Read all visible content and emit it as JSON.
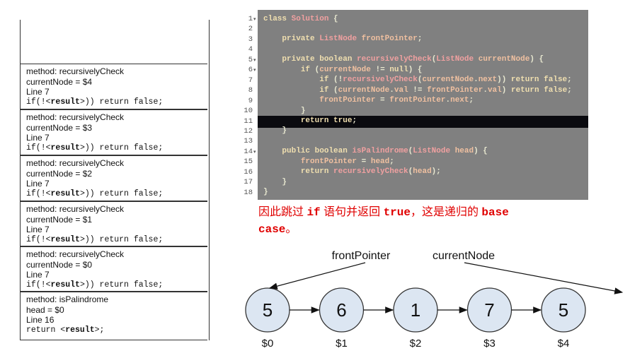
{
  "stack": [
    {
      "method": "method: recursivelyCheck",
      "var": "currentNode  = $4",
      "line": "Line 7",
      "code_pre": "if(!<",
      "code_res": "result",
      "code_post": ">)) return false;"
    },
    {
      "method": "method: recursivelyCheck",
      "var": "currentNode  = $3",
      "line": "Line 7",
      "code_pre": "if(!<",
      "code_res": "result",
      "code_post": ">)) return false;"
    },
    {
      "method": "method: recursivelyCheck",
      "var": "currentNode  = $2",
      "line": "Line 7",
      "code_pre": "if(!<",
      "code_res": "result",
      "code_post": ">)) return false;"
    },
    {
      "method": "method: recursivelyCheck",
      "var": "currentNode  = $1",
      "line": "Line 7",
      "code_pre": "if(!<",
      "code_res": "result",
      "code_post": ">)) return false;"
    },
    {
      "method": "method: recursivelyCheck",
      "var": "currentNode  = $0",
      "line": "Line 7",
      "code_pre": "if(!<",
      "code_res": "result",
      "code_post": ">)) return false;"
    },
    {
      "method": "method: isPalindrome",
      "var": "head = $0",
      "line": "Line 16",
      "code_pre": "return <",
      "code_res": "result",
      "code_post": ">;"
    }
  ],
  "code": {
    "line_numbers": [
      "1",
      "2",
      "3",
      "4",
      "5",
      "6",
      "7",
      "8",
      "9",
      "10",
      "11",
      "12",
      "13",
      "14",
      "15",
      "16",
      "17",
      "18"
    ],
    "fold_markers": {
      "1": "▾",
      "5": "▾",
      "6": "▾",
      "14": "▾"
    },
    "highlight_line": 11
  },
  "caption": {
    "t1": "因此跳过 ",
    "k1": "if",
    "t2": " 语句并返回 ",
    "k2": "true",
    "t3": "，这是递归的 ",
    "k3": "base",
    "k4": "case",
    "t4": "。"
  },
  "list": {
    "nodes": [
      {
        "value": "5",
        "label": "$0"
      },
      {
        "value": "6",
        "label": "$1"
      },
      {
        "value": "1",
        "label": "$2"
      },
      {
        "value": "7",
        "label": "$3"
      },
      {
        "value": "5",
        "label": "$4"
      }
    ],
    "pointer_front": "frontPointer",
    "pointer_current": "currentNode",
    "node_fill": "#dce6f2"
  }
}
